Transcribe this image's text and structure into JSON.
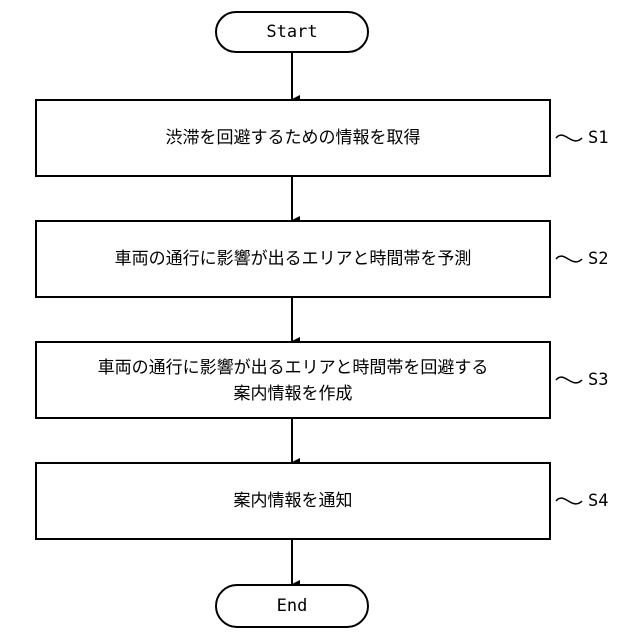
{
  "start": {
    "label": "Start"
  },
  "end": {
    "label": "End"
  },
  "steps": [
    {
      "id": "S1",
      "lines": [
        "渋滞を回避するための情報を取得"
      ]
    },
    {
      "id": "S2",
      "lines": [
        "車両の通行に影響が出るエリアと時間帯を予測"
      ]
    },
    {
      "id": "S3",
      "lines": [
        "車両の通行に影響が出るエリアと時間帯を回避する",
        "案内情報を作成"
      ]
    },
    {
      "id": "S4",
      "lines": [
        "案内情報を通知"
      ]
    }
  ]
}
